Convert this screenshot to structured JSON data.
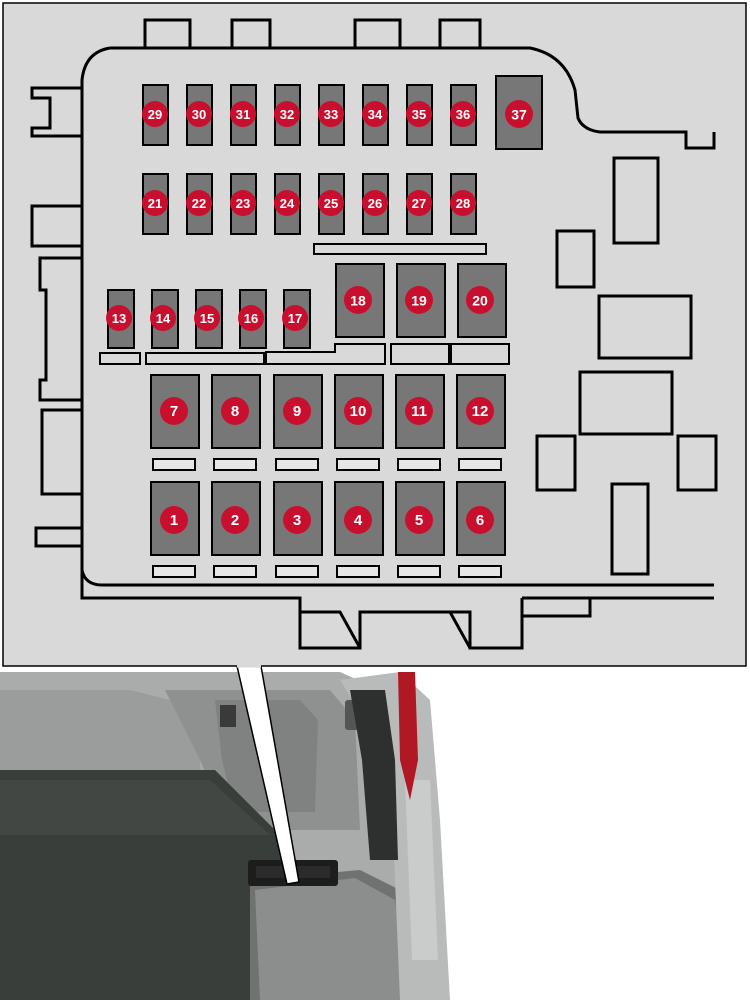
{
  "diagram": {
    "colors": {
      "panel_background": "#d9d9d9",
      "fuse_fill": "#777777",
      "badge_red": "#c8102e",
      "outline": "#000000",
      "trunk_floor": "#3a3e3b",
      "tail_light_red": "#b01824"
    },
    "fuses": [
      {
        "id": "1",
        "label": "1"
      },
      {
        "id": "2",
        "label": "2"
      },
      {
        "id": "3",
        "label": "3"
      },
      {
        "id": "4",
        "label": "4"
      },
      {
        "id": "5",
        "label": "5"
      },
      {
        "id": "6",
        "label": "6"
      },
      {
        "id": "7",
        "label": "7"
      },
      {
        "id": "8",
        "label": "8"
      },
      {
        "id": "9",
        "label": "9"
      },
      {
        "id": "10",
        "label": "10"
      },
      {
        "id": "11",
        "label": "11"
      },
      {
        "id": "12",
        "label": "12"
      },
      {
        "id": "13",
        "label": "13"
      },
      {
        "id": "14",
        "label": "14"
      },
      {
        "id": "15",
        "label": "15"
      },
      {
        "id": "16",
        "label": "16"
      },
      {
        "id": "17",
        "label": "17"
      },
      {
        "id": "18",
        "label": "18"
      },
      {
        "id": "19",
        "label": "19"
      },
      {
        "id": "20",
        "label": "20"
      },
      {
        "id": "21",
        "label": "21"
      },
      {
        "id": "22",
        "label": "22"
      },
      {
        "id": "23",
        "label": "23"
      },
      {
        "id": "24",
        "label": "24"
      },
      {
        "id": "25",
        "label": "25"
      },
      {
        "id": "26",
        "label": "26"
      },
      {
        "id": "27",
        "label": "27"
      },
      {
        "id": "28",
        "label": "28"
      },
      {
        "id": "29",
        "label": "29"
      },
      {
        "id": "30",
        "label": "30"
      },
      {
        "id": "31",
        "label": "31"
      },
      {
        "id": "32",
        "label": "32"
      },
      {
        "id": "33",
        "label": "33"
      },
      {
        "id": "34",
        "label": "34"
      },
      {
        "id": "35",
        "label": "35"
      },
      {
        "id": "36",
        "label": "36"
      },
      {
        "id": "37",
        "label": "37"
      }
    ],
    "illustration": {
      "subject": "cargo-area-fuse-box-location",
      "icons": [
        "fuse-box-outline",
        "callout-pointer",
        "cargo-floor",
        "tail-light"
      ]
    }
  }
}
